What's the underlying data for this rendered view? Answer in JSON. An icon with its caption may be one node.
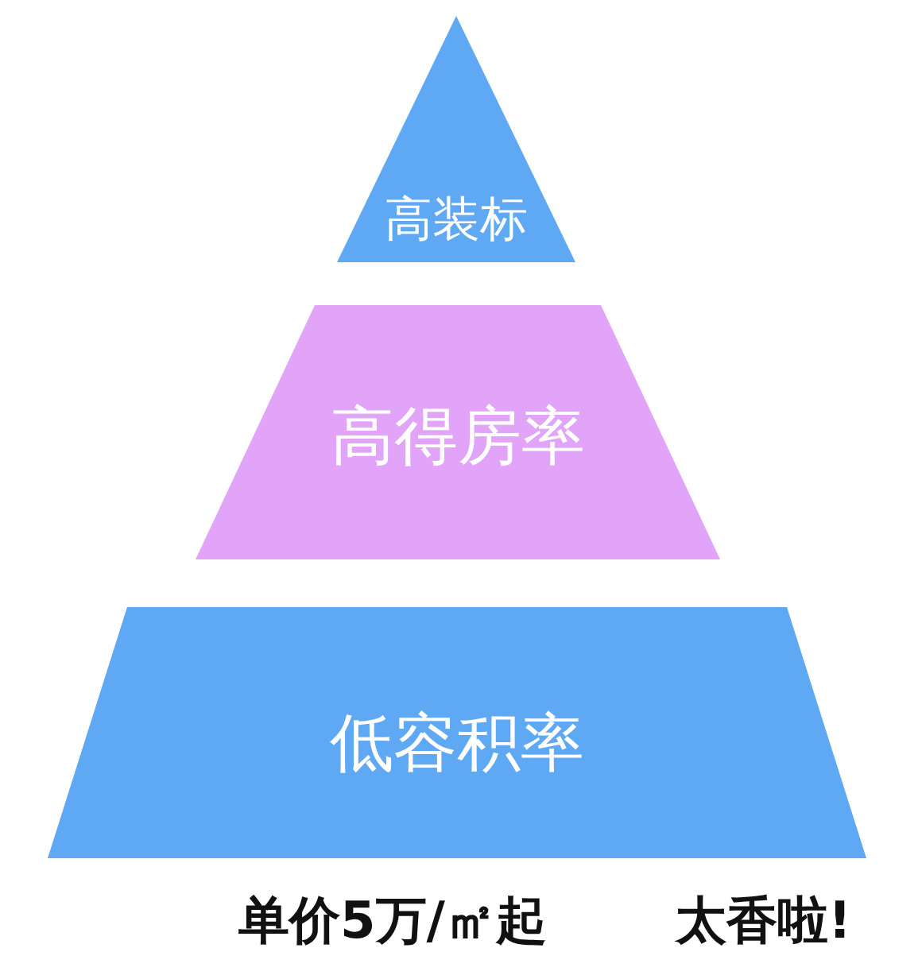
{
  "diagram": {
    "nodes": [
      {
        "text": [
          "高装标"
        ]
      },
      {
        "text": [
          "高得房率"
        ]
      },
      {
        "text": [
          "低容积率"
        ]
      }
    ],
    "labels": [
      "单价**5万**/㎡起",
      "太香啦!"
    ]
  }
}
